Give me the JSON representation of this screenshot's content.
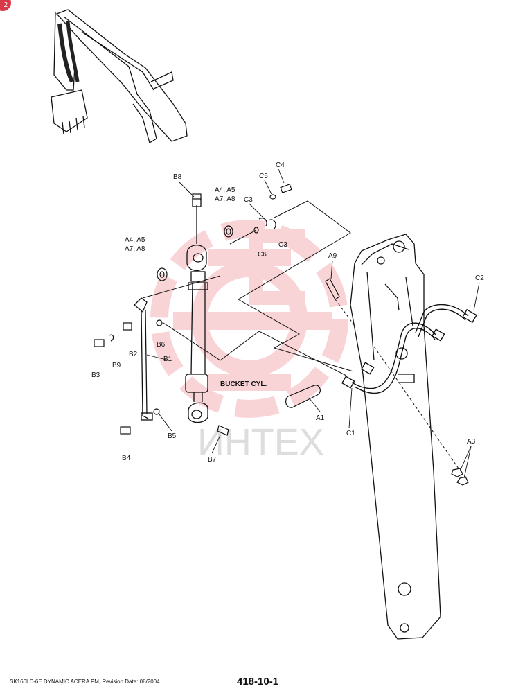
{
  "badge": "2",
  "cylinder_label": "BUCKET CYL.",
  "parts": {
    "a1": "A1",
    "a3": "A3",
    "a9": "A9",
    "a4a5_upper_l1": "A4, A5",
    "a4a5_upper_l2": "A7, A8",
    "a4a5_left_l1": "A4, A5",
    "a4a5_left_l2": "A7, A8",
    "b1": "B1",
    "b2": "B2",
    "b3": "B3",
    "b4": "B4",
    "b5": "B5",
    "b6": "B6",
    "b7": "B7",
    "b8": "B8",
    "b9": "B9",
    "c1": "C1",
    "c2": "C2",
    "c3_top": "C3",
    "c3_bottom": "C3",
    "c4": "C4",
    "c5": "C5",
    "c6": "C6"
  },
  "watermark_text": "ИНТЕХ",
  "watermark_color": "#e8414f",
  "footer": {
    "doc_ref": "SK160LC-6E DYNAMIC ACERA PM, Revision Date: 08/2004",
    "page_number": "418-10-1"
  }
}
